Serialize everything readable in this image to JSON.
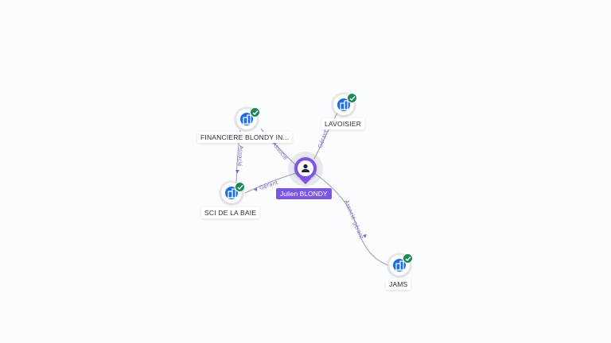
{
  "person": {
    "name": "Julien BLONDY",
    "icon": "person-icon",
    "color": "#7b55e6"
  },
  "companies": [
    {
      "id": "financiere",
      "label": "FINANCIERE BLONDY IN...",
      "icon": "building-icon",
      "badge": "check-icon"
    },
    {
      "id": "lavoisier",
      "label": "LAVOISIER",
      "icon": "building-icon",
      "badge": "check-icon"
    },
    {
      "id": "sci",
      "label": "SCI DE LA BAIE",
      "icon": "building-icon",
      "badge": "check-icon"
    },
    {
      "id": "jams",
      "label": "JAMS",
      "icon": "building-icon",
      "badge": "check-icon"
    }
  ],
  "edges": [
    {
      "from": "person",
      "to": "financiere",
      "label": "Associé"
    },
    {
      "from": "person",
      "to": "lavoisier",
      "label": "Gérant"
    },
    {
      "from": "person",
      "to": "sci",
      "label": "Gérant"
    },
    {
      "from": "financiere",
      "to": "sci",
      "label": "Associé"
    },
    {
      "from": "person",
      "to": "jams",
      "label": "Associé-gérant"
    }
  ],
  "colors": {
    "company": "#1d6fe0",
    "verified": "#1c8a55",
    "edge_label": "#7b6fd6",
    "background": "#fbfcfe"
  }
}
